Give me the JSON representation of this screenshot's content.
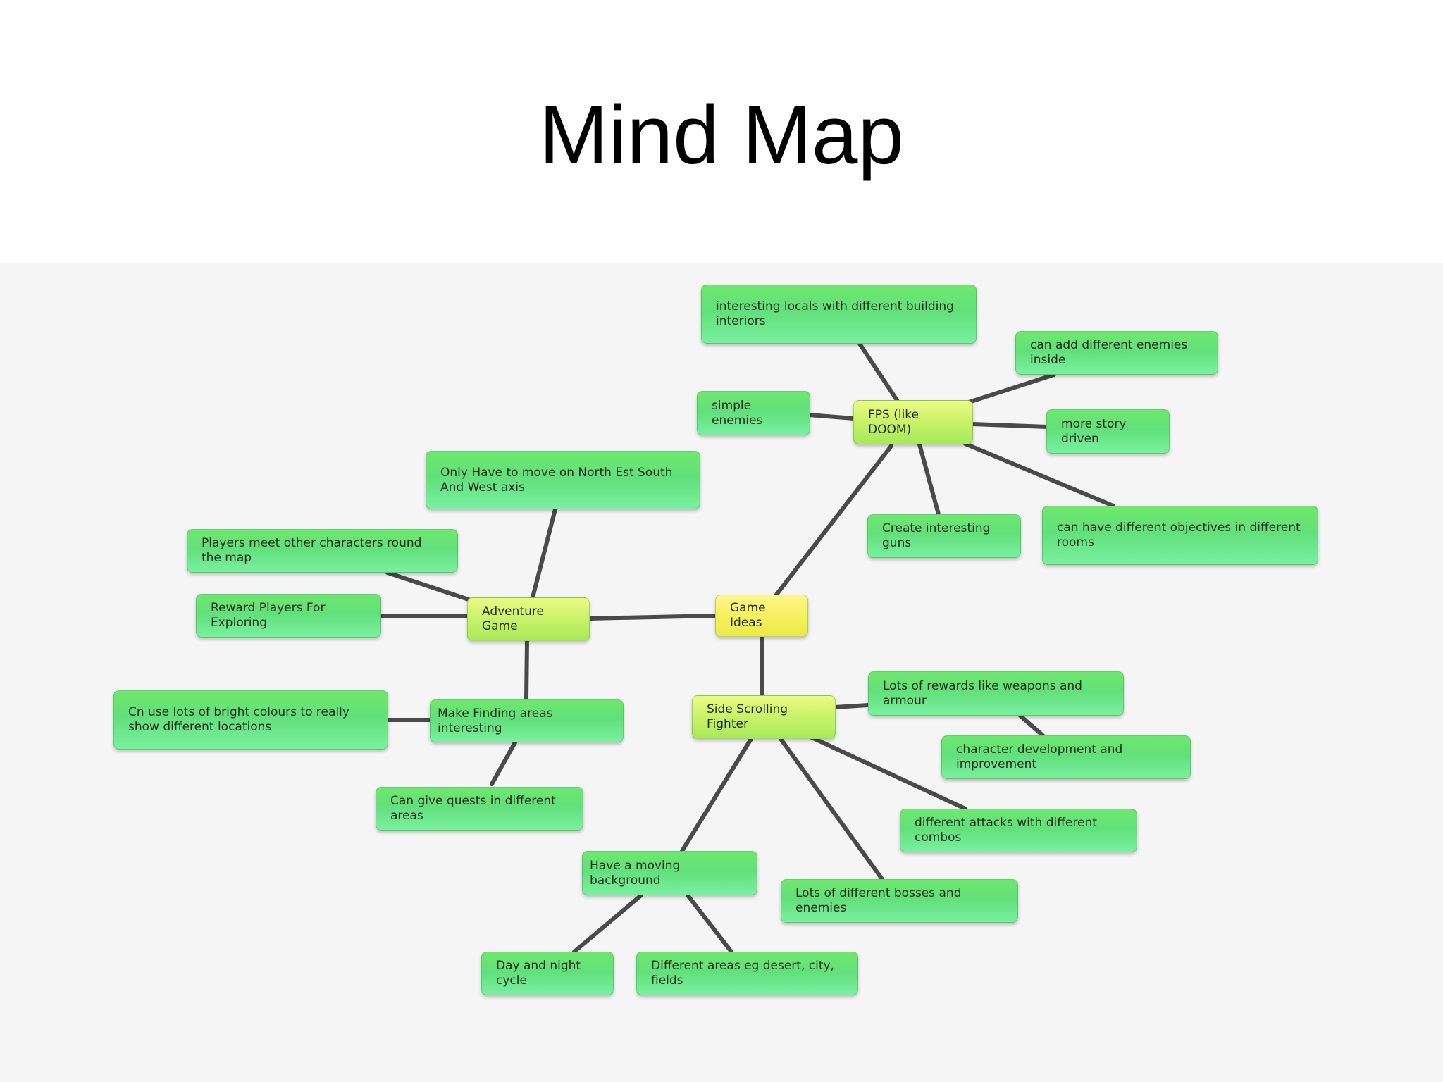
{
  "title": "Mind Map",
  "colors": {
    "background": "#f5f5f6",
    "root_node": "#f6f05c",
    "branch_node": "#c8f26a",
    "leaf_node": "#66e27c",
    "connector": "#4a4a4c"
  },
  "mind_map": {
    "root": "Game Ideas",
    "branches": {
      "fps": "FPS (like DOOM)",
      "adventure": "Adventure Game",
      "side_scroller": "Side Scrolling Fighter",
      "finding_areas": "Make Finding areas interesting",
      "moving_background": "Have a moving background"
    },
    "leaves": {
      "fps_locals": "interesting locals with different building interiors",
      "fps_enemies_inside": "can add different enemies inside",
      "fps_simple_enemies": "simple enemies",
      "fps_story": "more story driven",
      "fps_guns": "Create interesting guns",
      "fps_objectives": "can have different objectives in different rooms",
      "adv_compass": "Only Have to move on North Est South And West axis",
      "adv_characters": "Players meet other characters round the map",
      "adv_reward": "Reward Players For Exploring",
      "find_colours": "Cn use lots of bright colours to really show different locations",
      "find_quests": "Can give quests in different areas",
      "ssf_rewards": "Lots of rewards like weapons and armour",
      "ssf_character": "character development and improvement",
      "ssf_attacks": "different attacks with different combos",
      "ssf_bosses": "Lots of different bosses and enemies",
      "bg_day_night": "Day and night cycle",
      "bg_areas": "Different areas eg desert, city, fields"
    }
  }
}
